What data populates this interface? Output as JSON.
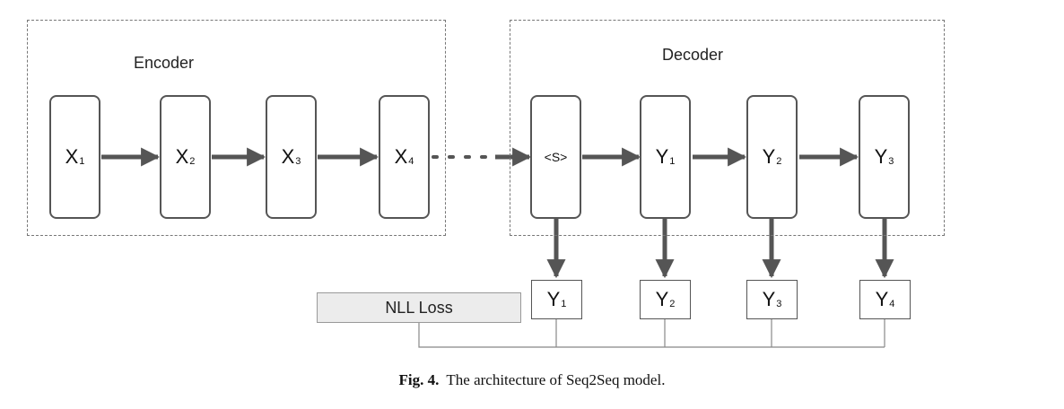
{
  "encoder": {
    "label": "Encoder",
    "cells": [
      {
        "sym": "X",
        "sub": "1"
      },
      {
        "sym": "X",
        "sub": "2"
      },
      {
        "sym": "X",
        "sub": "3"
      },
      {
        "sym": "X",
        "sub": "4"
      }
    ]
  },
  "decoder": {
    "label": "Decoder",
    "start_token": "<S>",
    "cells": [
      {
        "sym": "Y",
        "sub": "1"
      },
      {
        "sym": "Y",
        "sub": "2"
      },
      {
        "sym": "Y",
        "sub": "3"
      }
    ]
  },
  "outputs": [
    {
      "sym": "Y",
      "sub": "1"
    },
    {
      "sym": "Y",
      "sub": "2"
    },
    {
      "sym": "Y",
      "sub": "3"
    },
    {
      "sym": "Y",
      "sub": "4"
    }
  ],
  "loss": {
    "label": "NLL Loss"
  },
  "caption": {
    "prefix": "Fig. 4.",
    "text": "The architecture of Seq2Seq model."
  },
  "colors": {
    "arrow": "#555555",
    "group_border": "#777777",
    "loss_fill": "#ececec"
  }
}
